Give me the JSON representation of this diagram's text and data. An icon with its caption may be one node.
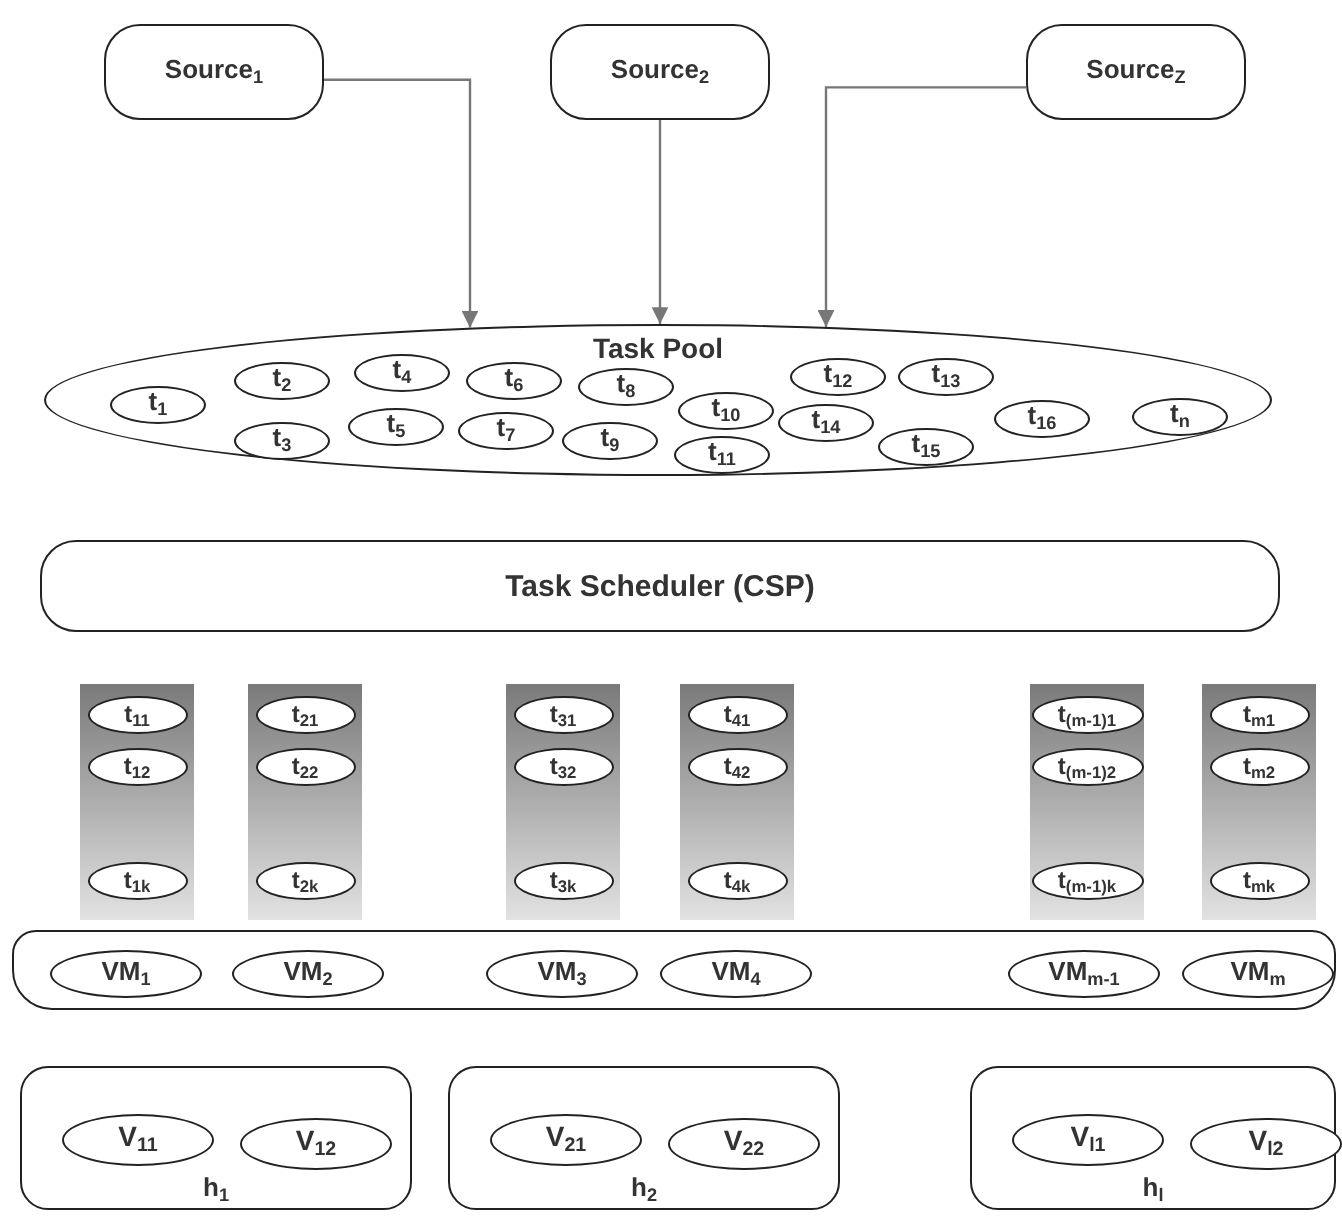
{
  "diagram": {
    "nodes": [
      {
        "text": [
          "Source$_{1}$"
        ]
      },
      {
        "text": [
          "Source$_{2}$"
        ]
      },
      {
        "text": [
          "Source$_{Z}$"
        ]
      },
      {
        "text": [
          "Task Pool"
        ]
      },
      {
        "text": [
          "t$_{1}$"
        ],
        "in": 3
      },
      {
        "text": [
          "t$_{2}$"
        ],
        "in": 3
      },
      {
        "text": [
          "t$_{3}$"
        ],
        "in": 3
      },
      {
        "text": [
          "t$_{4}$"
        ],
        "in": 3
      },
      {
        "text": [
          "t$_{5}$"
        ],
        "in": 3
      },
      {
        "text": [
          "t$_{6}$"
        ],
        "in": 3
      },
      {
        "text": [
          "t$_{7}$"
        ],
        "in": 3
      },
      {
        "text": [
          "t$_{8}$"
        ],
        "in": 3
      },
      {
        "text": [
          "t$_{9}$"
        ],
        "in": 3
      },
      {
        "text": [
          "t$_{10}$"
        ],
        "in": 3
      },
      {
        "text": [
          "t$_{11}$"
        ],
        "in": 3
      },
      {
        "text": [
          "t$_{12}$"
        ],
        "in": 3
      },
      {
        "text": [
          "t$_{13}$"
        ],
        "in": 3
      },
      {
        "text": [
          "t$_{14}$"
        ],
        "in": 3
      },
      {
        "text": [
          "t$_{15}$"
        ],
        "in": 3
      },
      {
        "text": [
          "t$_{16}$"
        ],
        "in": 3
      },
      {
        "text": [
          "t$_{n}$"
        ],
        "in": 3
      },
      {
        "text": [
          "Task Scheduler (CSP)"
        ]
      },
      {
        "text": [],
        "shape": "bar"
      },
      {
        "text": [
          "t$_{11}$"
        ],
        "in": 22
      },
      {
        "text": [
          "t$_{12}$"
        ],
        "in": 22
      },
      {
        "text": [
          "t$_{1k}$"
        ],
        "in": 22
      },
      {
        "text": [],
        "shape": "bar"
      },
      {
        "text": [
          "t$_{21}$"
        ],
        "in": 26
      },
      {
        "text": [
          "t$_{22}$"
        ],
        "in": 26
      },
      {
        "text": [
          "t$_{2k}$"
        ],
        "in": 26
      },
      {
        "text": [],
        "shape": "bar"
      },
      {
        "text": [
          "t$_{31}$"
        ],
        "in": 30
      },
      {
        "text": [
          "t$_{32}$"
        ],
        "in": 30
      },
      {
        "text": [
          "t$_{3k}$"
        ],
        "in": 30
      },
      {
        "text": [],
        "shape": "bar"
      },
      {
        "text": [
          "t$_{41}$"
        ],
        "in": 34
      },
      {
        "text": [
          "t$_{42}$"
        ],
        "in": 34
      },
      {
        "text": [
          "t$_{4k}$"
        ],
        "in": 34
      },
      {
        "text": [],
        "shape": "bar"
      },
      {
        "text": [
          "t$_{(m-1)1}$"
        ],
        "in": 38
      },
      {
        "text": [
          "t$_{(m-1)2}$"
        ],
        "in": 38
      },
      {
        "text": [
          "t$_{(m-1)k}$"
        ],
        "in": 38
      },
      {
        "text": [],
        "shape": "bar"
      },
      {
        "text": [
          "t$_{m1}$"
        ],
        "in": 42
      },
      {
        "text": [
          "t$_{m2}$"
        ],
        "in": 42
      },
      {
        "text": [
          "t$_{mk}$"
        ],
        "in": 42
      },
      {
        "text": [],
        "shape": "box"
      },
      {
        "text": [
          "VM$_{1}$"
        ],
        "in": 46
      },
      {
        "text": [
          "VM$_{2}$"
        ],
        "in": 46
      },
      {
        "text": [
          "VM$_{3}$"
        ],
        "in": 46
      },
      {
        "text": [
          "VM$_{4}$"
        ],
        "in": 46
      },
      {
        "text": [
          "VM$_{m-1}$"
        ],
        "in": 46
      },
      {
        "text": [
          "VM$_{m}$"
        ],
        "in": 46
      },
      {
        "text": [
          "h$_{1}$"
        ]
      },
      {
        "text": [
          "V$_{11}$"
        ],
        "in": 53
      },
      {
        "text": [
          "V$_{12}$"
        ],
        "in": 53
      },
      {
        "text": [
          "h$_{2}$"
        ]
      },
      {
        "text": [
          "V$_{21}$"
        ],
        "in": 56
      },
      {
        "text": [
          "V$_{22}$"
        ],
        "in": 56
      },
      {
        "text": [
          "h$_{l}$"
        ]
      },
      {
        "text": [
          "V$_{l1}$"
        ],
        "in": 59
      },
      {
        "text": [
          "V$_{l2}$"
        ],
        "in": 59
      }
    ],
    "edges": [
      {
        "from": 0,
        "to": 3,
        "arrow": "to"
      },
      {
        "from": 1,
        "to": 3,
        "arrow": "to"
      },
      {
        "from": 2,
        "to": 3,
        "arrow": "to"
      }
    ]
  }
}
